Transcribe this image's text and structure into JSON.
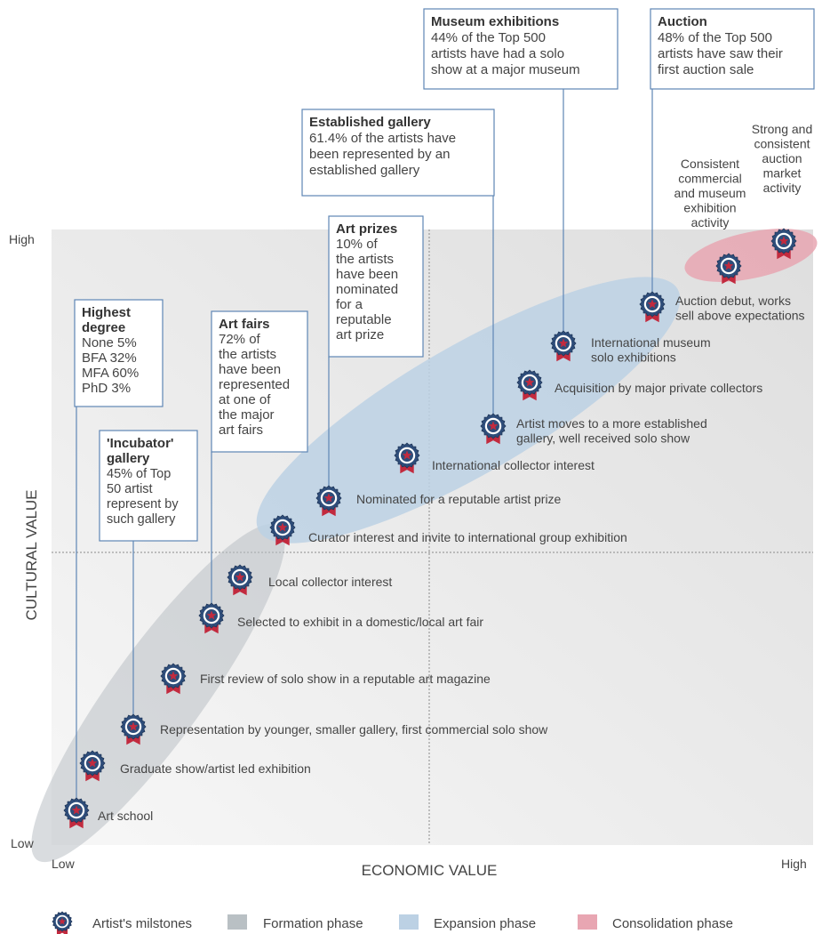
{
  "axes": {
    "y_title": "CULTURAL VALUE",
    "x_title": "ECONOMIC VALUE",
    "y_high": "High",
    "y_low": "Low",
    "x_low": "Low",
    "x_high": "High"
  },
  "phases": [
    {
      "id": "formation",
      "label": "Formation phase",
      "color": "#b9c0c4"
    },
    {
      "id": "expansion",
      "label": "Expansion phase",
      "color": "#bcd1e4"
    },
    {
      "id": "consolidation",
      "label": "Consolidation phase",
      "color": "#e8a6b2"
    }
  ],
  "legend": {
    "milestone_label": "Artist's milstones"
  },
  "milestones": [
    {
      "lines": [
        "Art school"
      ]
    },
    {
      "lines": [
        "Graduate show/artist led exhibition"
      ]
    },
    {
      "lines": [
        "Representation by younger, smaller gallery, first commercial solo show"
      ]
    },
    {
      "lines": [
        "First review of solo show in a reputable art magazine"
      ]
    },
    {
      "lines": [
        "Selected to exhibit in a domestic/local art fair"
      ]
    },
    {
      "lines": [
        "Local collector interest"
      ]
    },
    {
      "lines": [
        "Curator interest and invite to international group exhibition"
      ]
    },
    {
      "lines": [
        "Nominated for a reputable artist prize"
      ]
    },
    {
      "lines": [
        "International collector interest"
      ]
    },
    {
      "lines": [
        "Artist moves to a more established",
        "gallery, well received solo show"
      ]
    },
    {
      "lines": [
        "Acquisition by major private collectors"
      ]
    },
    {
      "lines": [
        "International museum",
        "solo exhibitions"
      ]
    },
    {
      "lines": [
        "Auction debut, works",
        "sell above expectations"
      ]
    },
    {
      "lines": [
        "Consistent",
        "commercial",
        "and museum",
        "exhibition",
        "activity"
      ]
    },
    {
      "lines": [
        "Strong and",
        "consistent",
        "auction",
        "market",
        "activity"
      ]
    }
  ],
  "callouts": [
    {
      "title": "Highest degree",
      "title_lines": [
        "Highest",
        "degree"
      ],
      "body_lines": [
        "None 5%",
        "BFA 32%",
        "MFA 60%",
        "PhD 3%"
      ]
    },
    {
      "title": "'Incubator' gallery",
      "title_lines": [
        "'Incubator'",
        "gallery"
      ],
      "body_lines": [
        "45% of Top",
        "50 artist",
        "represent by",
        "such gallery"
      ]
    },
    {
      "title": "Art fairs",
      "title_lines": [
        "Art fairs"
      ],
      "body_lines": [
        "72% of",
        "the artists",
        "have been",
        "represented",
        "at one of",
        "the major",
        "art fairs"
      ]
    },
    {
      "title": "Art prizes",
      "title_lines": [
        "Art prizes"
      ],
      "body_lines": [
        "10% of",
        "the artists",
        "have been",
        "nominated",
        "for a",
        "reputable",
        "art prize"
      ]
    },
    {
      "title": "Established gallery",
      "title_lines": [
        "Established gallery"
      ],
      "body_lines": [
        "61.4% of the artists have",
        "been represented by an",
        "established gallery"
      ]
    },
    {
      "title": "Museum exhibitions",
      "title_lines": [
        "Museum exhibitions"
      ],
      "body_lines": [
        "44% of the Top 500",
        "artists have had a solo",
        "show at a major museum"
      ]
    },
    {
      "title": "Auction",
      "title_lines": [
        "Auction"
      ],
      "body_lines": [
        "48% of the Top 500",
        "artists have saw their",
        "first auction sale"
      ]
    }
  ]
}
